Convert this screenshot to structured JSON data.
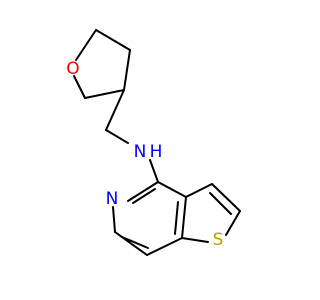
{
  "molecule": {
    "colors": {
      "bond": "#000000",
      "oxygen": "#ff0000",
      "nitrogen": "#0000ff",
      "sulfur": "#b3a200"
    },
    "atoms": {
      "oxygen": "O",
      "amine_nitrogen": "N",
      "amine_hydrogen": "H",
      "ring_nitrogen": "N",
      "sulfur": "S"
    }
  }
}
